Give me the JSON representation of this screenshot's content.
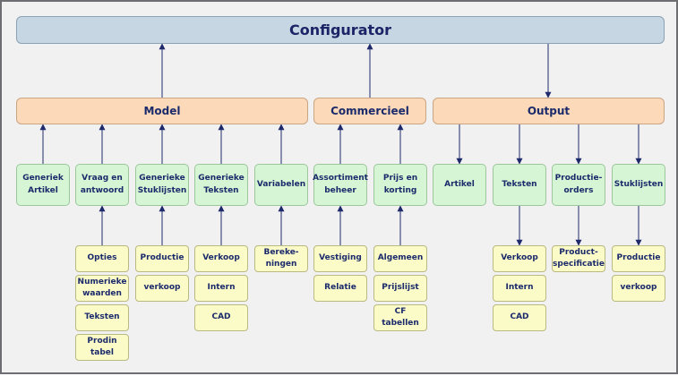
{
  "title": "Configurator",
  "categories": [
    {
      "id": "model",
      "label": "Model"
    },
    {
      "id": "commercieel",
      "label": "Commercieel"
    },
    {
      "id": "output",
      "label": "Output"
    }
  ],
  "components": [
    {
      "label": "Generiek\nArtikel",
      "details": []
    },
    {
      "label": "Vraag en\nantwoord",
      "details": [
        "Opties",
        "Numerieke\nwaarden",
        "Teksten",
        "Prodin\ntabel"
      ]
    },
    {
      "label": "Generieke\nStuklijsten",
      "details": [
        "Productie",
        "verkoop"
      ]
    },
    {
      "label": "Generieke\nTeksten",
      "details": [
        "Verkoop",
        "Intern",
        "CAD"
      ]
    },
    {
      "label": "Variabelen",
      "details": [
        "Bereke-\nningen"
      ]
    },
    {
      "label": "Assortiment\nbeheer",
      "details": [
        "Vestiging",
        "Relatie"
      ]
    },
    {
      "label": "Prijs en\nkorting",
      "details": [
        "Algemeen",
        "Prijslijst",
        "CF\ntabellen"
      ]
    },
    {
      "label": "Artikel",
      "details": []
    },
    {
      "label": "Teksten",
      "details": [
        "Verkoop",
        "Intern",
        "CAD"
      ]
    },
    {
      "label": "Productie-\norders",
      "details": [
        "Product-\nspecificatie"
      ]
    },
    {
      "label": "Stuklijsten",
      "details": [
        "Productie",
        "verkoop"
      ]
    }
  ],
  "colors": {
    "top": "#c6d6e2",
    "category": "#fcd9b8",
    "component": "#d6f5d4",
    "detail": "#fbfbc8",
    "text": "#1b2a6b",
    "arrow": "#1f2a6b"
  }
}
